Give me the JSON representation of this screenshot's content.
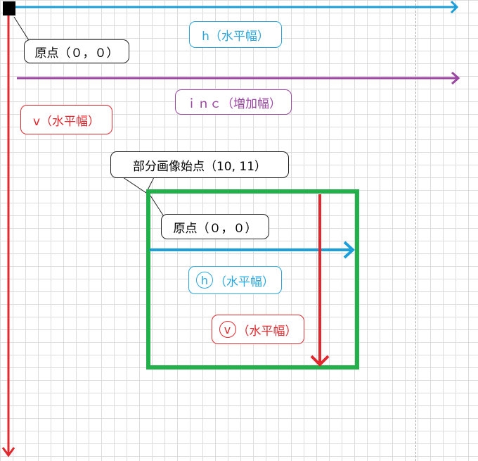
{
  "colors": {
    "horizontal": "#1a9fdb",
    "increment": "#9b46a2",
    "vertical": "#e0282e",
    "subimage": "#22b04a",
    "origin": "#000000"
  },
  "labels": {
    "origin_main": "原点（０，０）",
    "h_main": "h（水平幅）",
    "inc_main": "ｉｎｃ（増加幅）",
    "v_main": "v（水平幅）",
    "sub_start": "部分画像始点（10, 11）",
    "origin_sub": "原点（０，０）",
    "h_sub_letter": "h",
    "h_sub_text": "（水平幅）",
    "v_sub_letter": "v",
    "v_sub_text": "（水平幅）"
  }
}
